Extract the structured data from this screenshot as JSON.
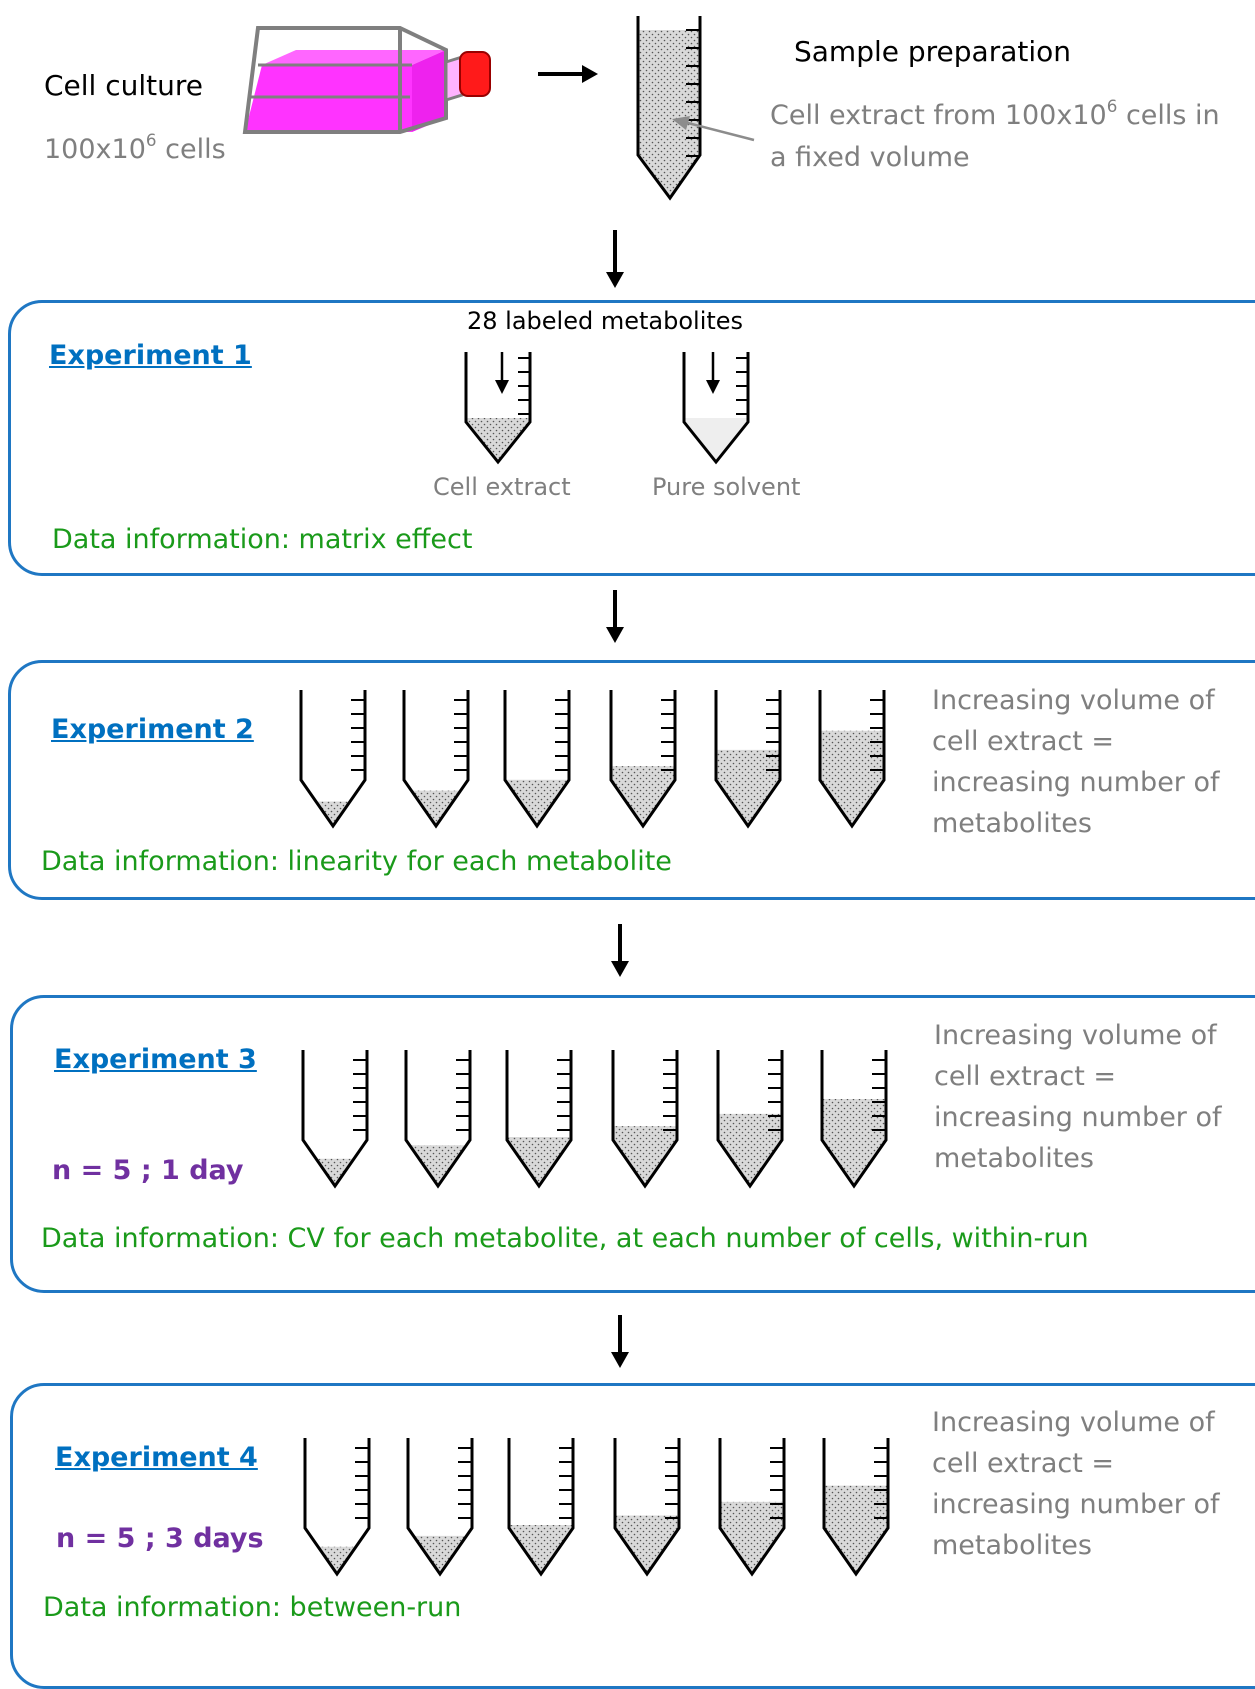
{
  "culture": {
    "label": "Cell culture",
    "count_base": "100x10",
    "count_exp": "6",
    "count_unit": " cells"
  },
  "prep": {
    "title": "Sample preparation",
    "note_line1_pre": "Cell extract from 100x10",
    "note_line1_exp": "6",
    "note_line1_post": " cells in",
    "note_line2": "a fixed volume"
  },
  "experiments": [
    {
      "title": "Experiment 1",
      "spike_label": "28 labeled metabolites",
      "tube_labels": [
        "Cell extract",
        "Pure solvent"
      ],
      "info": "Data information: matrix effect"
    },
    {
      "title": "Experiment 2",
      "side_note": [
        "Increasing volume of",
        "cell extract =",
        "increasing number of",
        "metabolites"
      ],
      "info": "Data information: linearity for each metabolite",
      "fill_levels": [
        0.18,
        0.26,
        0.34,
        0.44,
        0.56,
        0.7
      ]
    },
    {
      "title": "Experiment 3",
      "replicates": "n = 5 ; 1 day",
      "side_note": [
        "Increasing volume of",
        "cell extract =",
        "increasing number of",
        "metabolites"
      ],
      "info": "Data information: CV for each metabolite, at each number of cells, within-run",
      "fill_levels": [
        0.2,
        0.3,
        0.36,
        0.44,
        0.53,
        0.64
      ]
    },
    {
      "title": "Experiment 4",
      "replicates": "n = 5 ; 3 days",
      "side_note": [
        "Increasing volume of",
        "cell extract =",
        "increasing number of",
        "metabolites"
      ],
      "info": "Data information: between-run",
      "fill_levels": [
        0.2,
        0.28,
        0.36,
        0.43,
        0.53,
        0.65
      ]
    }
  ],
  "colors": {
    "flask_medium": "#ff00ff",
    "flask_cap": "#ff0000",
    "panel_border": "#1f77c3",
    "title": "#0070c0",
    "info": "#1a9a1a",
    "replicates": "#7030a0",
    "gray_text": "#7f7f7f",
    "stipple_fill": "#d9d9d9"
  }
}
